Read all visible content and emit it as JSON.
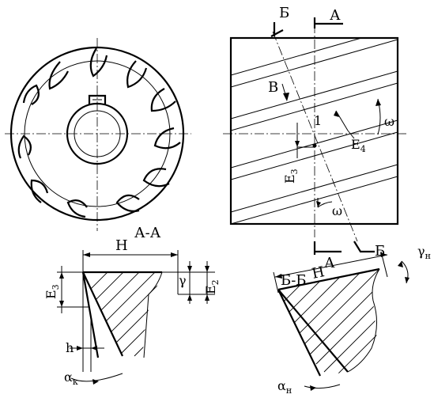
{
  "views": {
    "section_aa": "А-А",
    "section_bb": "Б-Б"
  },
  "cut_marks": {
    "a_top": "А",
    "a_bottom": "А",
    "b_top": "Б",
    "b_bottom": "Б"
  },
  "labels": {
    "arrow_v": "В",
    "point_1": "1",
    "omega_top": "ω",
    "omega_bottom": "ω",
    "e4": "Е",
    "e4_sub": "4",
    "e3": "Е",
    "e3_sub": "3",
    "e3_left": "Е",
    "e3_left_sub": "3",
    "h_aa": "Н",
    "gamma": "γ",
    "e2": "Е",
    "e2_sub": "2",
    "h_small": "h",
    "alpha_k": "α",
    "alpha_k_sub": "к",
    "h_bb": "Н",
    "gamma_n": "γ",
    "gamma_n_sub": "н",
    "alpha_n": "α",
    "alpha_n_sub": "н"
  }
}
